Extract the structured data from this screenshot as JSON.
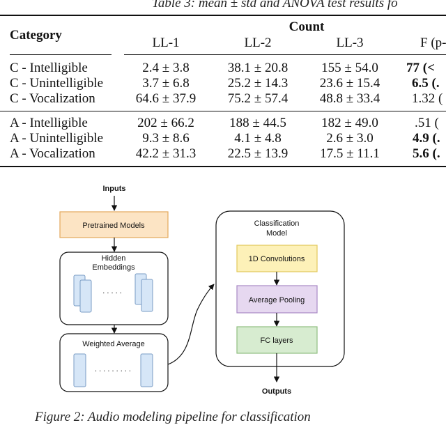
{
  "table": {
    "caption": "Table 3: mean ± std and ANOVA test results fo",
    "header": {
      "category": "Category",
      "count": "Count",
      "cols": [
        "LL-1",
        "LL-2",
        "LL-3",
        "F (p-"
      ]
    },
    "rows": [
      {
        "cat": "C - Intelligible",
        "v": [
          "2.4 ± 3.8",
          "38.1 ± 20.8",
          "155 ± 54.0",
          "77 (<"
        ],
        "f_bold": true
      },
      {
        "cat": "C - Unintelligible",
        "v": [
          "3.7 ± 6.8",
          "25.2 ± 14.3",
          "23.6 ± 15.4",
          "6.5 (."
        ],
        "f_bold": true
      },
      {
        "cat": "C - Vocalization",
        "v": [
          "64.6 ± 37.9",
          "75.2 ± 57.4",
          "48.8 ± 33.4",
          "1.32 ("
        ],
        "f_bold": false
      },
      {
        "cat": "A - Intelligible",
        "v": [
          "202 ± 66.2",
          "188 ± 44.5",
          "182 ± 49.0",
          ".51 ("
        ],
        "f_bold": false
      },
      {
        "cat": "A - Unintelligible",
        "v": [
          "9.3 ± 8.6",
          "4.1 ± 4.8",
          "2.6 ± 3.0",
          "4.9 (."
        ],
        "f_bold": true
      },
      {
        "cat": "A - Vocalization",
        "v": [
          "42.2 ± 31.3",
          "22.5 ± 13.9",
          "17.5 ± 11.1",
          "5.6 (."
        ],
        "f_bold": true
      }
    ]
  },
  "diagram": {
    "inputs": "Inputs",
    "pretrained": "Pretrained Models",
    "hidden_line1": "Hidden",
    "hidden_line2": "Embeddings",
    "hidden_dots": ". . . . .",
    "weighted": "Weighted Average",
    "weighted_dots": ". . . . . . . . .",
    "classification_line1": "Classification",
    "classification_line2": "Model",
    "conv": "1D Convolutions",
    "pooling": "Average Pooling",
    "fc": "FC layers",
    "outputs": "Outputs",
    "colors": {
      "pretrained_fill": "#fce4c4",
      "pretrained_stroke": "#e3a85a",
      "conv_fill": "#fdf1b8",
      "conv_stroke": "#e2c95a",
      "pool_fill": "#e6d8f0",
      "pool_stroke": "#a888c4",
      "fc_fill": "#d7ecd0",
      "fc_stroke": "#8fbf80",
      "emb_fill": "#d6e6f7",
      "emb_stroke": "#7a9cc4"
    }
  },
  "figure": {
    "caption": "Figure 2: Audio modeling pipeline for classification"
  }
}
